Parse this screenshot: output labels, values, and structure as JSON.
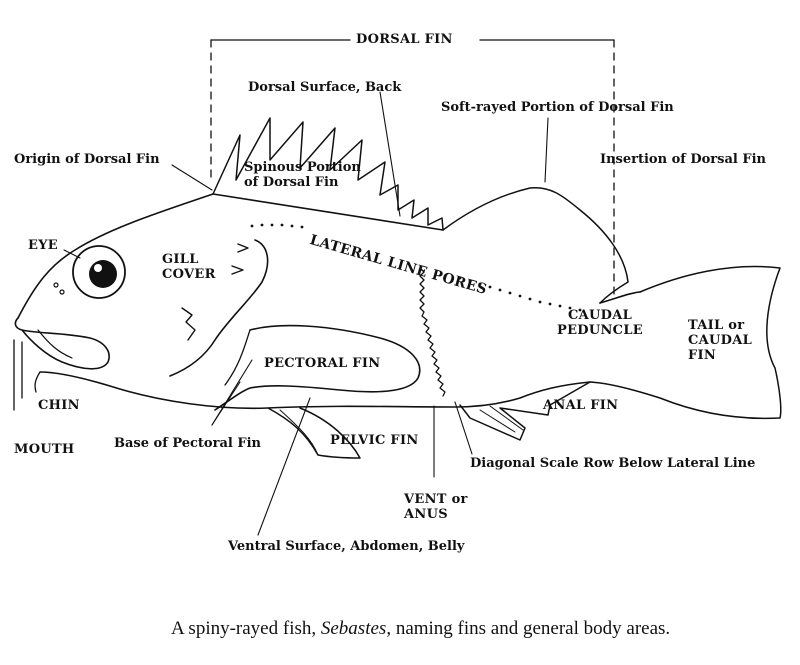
{
  "labels": {
    "dorsal_fin": "DORSAL FIN",
    "dorsal_surface": "Dorsal Surface, Back",
    "soft_rayed": "Soft-rayed Portion of Dorsal Fin",
    "origin_dorsal": "Origin of Dorsal Fin",
    "insertion_dorsal": "Insertion of Dorsal Fin",
    "spinous_line1": "Spinous Portion",
    "spinous_line2": "of Dorsal Fin",
    "eye": "EYE",
    "gill_line1": "GILL",
    "gill_line2": "COVER",
    "lateral_line": "LATERAL LINE PORES",
    "caudal_peduncle_line1": "CAUDAL",
    "caudal_peduncle_line2": "PEDUNCLE",
    "tail_line1": "TAIL or",
    "tail_line2": "CAUDAL",
    "tail_line3": "FIN",
    "pectoral_fin": "PECTORAL FIN",
    "chin": "CHIN",
    "mouth": "MOUTH",
    "base_pectoral": "Base of Pectoral Fin",
    "pelvic_fin": "PELVIC FIN",
    "anal_fin": "ANAL FIN",
    "diagonal_scale": "Diagonal Scale Row Below Lateral Line",
    "vent_line1": "VENT or",
    "vent_line2": "ANUS",
    "ventral_surface": "Ventral Surface, Abdomen, Belly"
  },
  "caption": {
    "prefix": "A spiny-rayed fish, ",
    "genus": "Sebastes",
    "suffix": ", naming fins and general body areas."
  }
}
